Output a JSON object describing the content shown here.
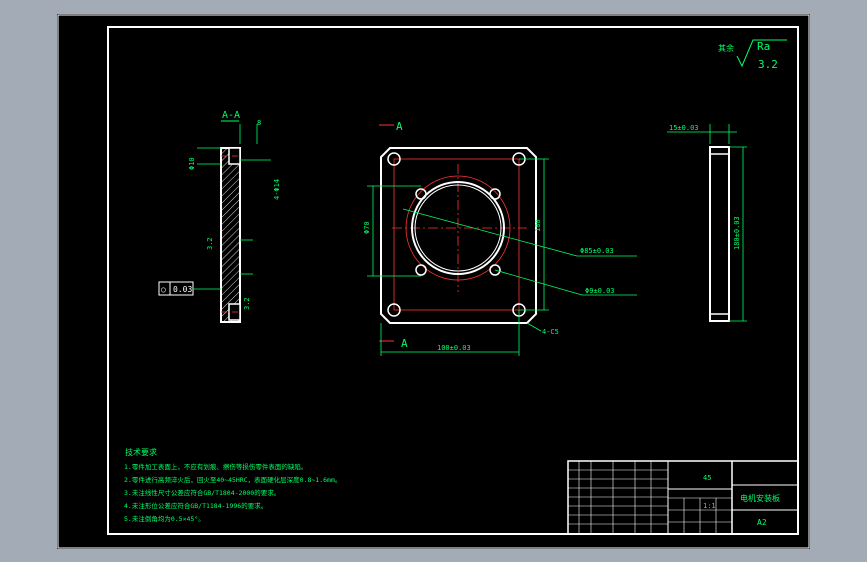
{
  "colors": {
    "background": "#000000",
    "outline": "#ffffff",
    "dimension": "#00ff66",
    "centerline": "#ff3333",
    "hatch": "#d9d9d9",
    "frame": "#ffffff"
  },
  "roughness": {
    "prefix": "其余",
    "symbol": "Ra",
    "value": "3.2"
  },
  "section_view": {
    "title": "A-A",
    "dims": {
      "thickness": "8",
      "hole_top": "Φ10",
      "hole_side": "4-Φ14",
      "roughness_top": "3.2",
      "roughness_bottom": "3.2",
      "tolerance_box": "0.03"
    }
  },
  "front_view": {
    "section_mark_top": "A",
    "section_mark_bottom": "A",
    "dims": {
      "bolt_circle": "Φ70",
      "height": "180",
      "bore": "Φ85±0.03",
      "small_hole": "Φ9±0.03",
      "chamfer": "4-C5",
      "width": "100±0.03"
    }
  },
  "side_view": {
    "dims": {
      "thickness": "15±0.03",
      "height": "180±0.03"
    }
  },
  "notes": {
    "title": "技术要求",
    "items": [
      "1.零件加工表面上，不应有划痕、擦伤等损伤零件表面的缺陷。",
      "2.零件进行高频淬火后，回火至40~45HRC，表面硬化层深度0.8~1.6mm。",
      "3.未注线性尺寸公差应符合GB/T1804-2000的要求。",
      "4.未注形位公差应符合GB/T1184-1996的要求。",
      "5.未注倒角均为0.5×45°。"
    ]
  },
  "title_block": {
    "material": "45",
    "part_name": "电机安装板",
    "drawing_no": "A2",
    "scale": "1:1"
  }
}
